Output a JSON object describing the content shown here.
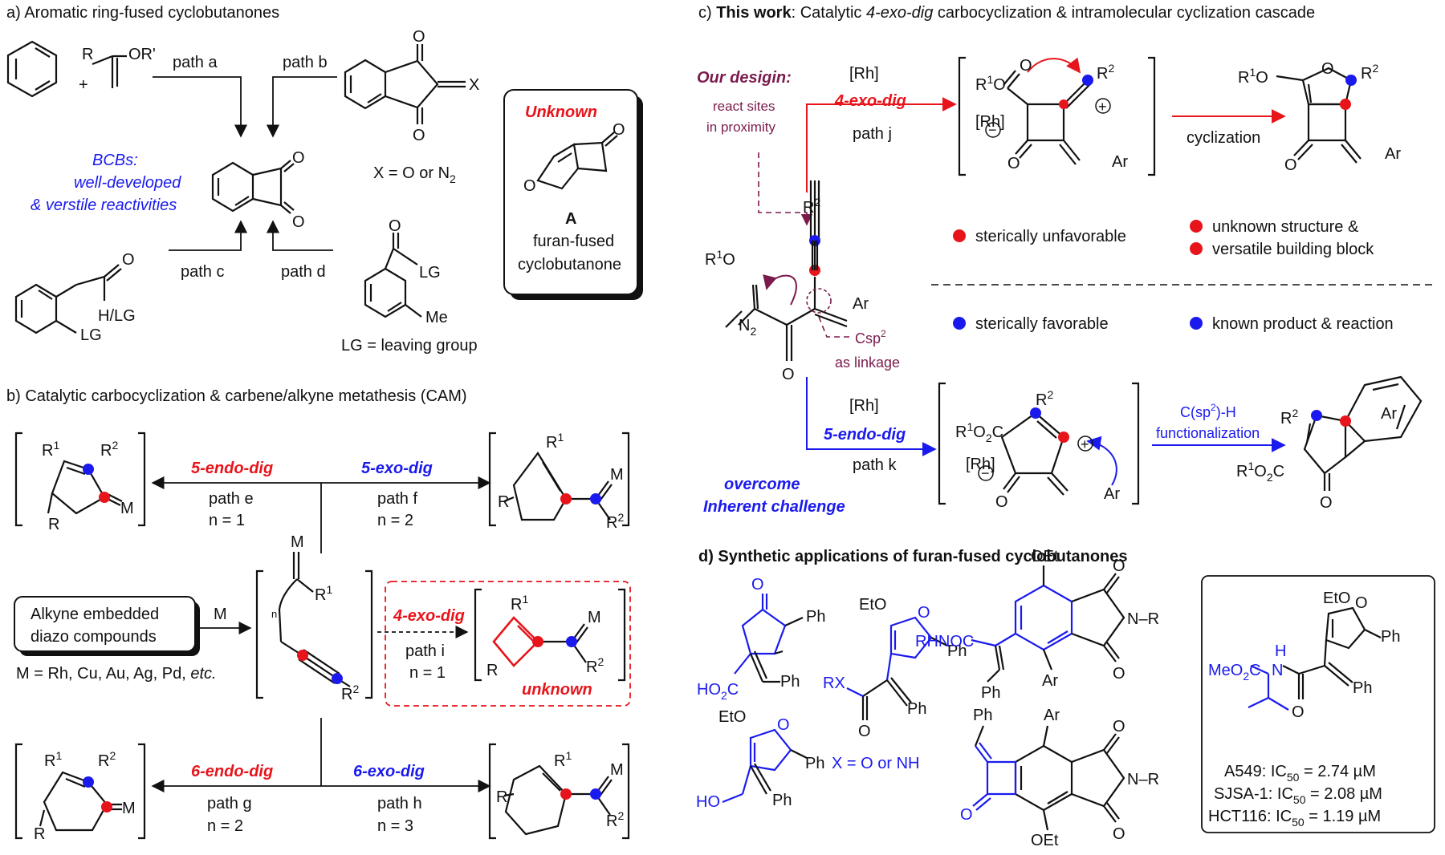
{
  "panel_a": {
    "title": "a) Aromatic ring-fused cyclobutanones",
    "reagent_top": "R",
    "reagent_or": "OR'",
    "plus": "+",
    "path_a": "path a",
    "path_b": "path b",
    "path_c": "path c",
    "path_d": "path d",
    "x_label": "X",
    "x_def_pre": "X = O or N",
    "x_def_sub": "2",
    "bcbs_line1": "BCBs:",
    "bcbs_line2": "well-developed",
    "bcbs_line3": "& verstile reactivities",
    "h_lg": "H/LG",
    "lg": "LG",
    "me": "Me",
    "lg_def": "LG = leaving group",
    "unknown_box": {
      "title": "Unknown",
      "letter": "A",
      "line1": "furan-fused",
      "line2": "cyclobutanone"
    }
  },
  "panel_b": {
    "title": "b) Catalytic carbocyclization & carbene/alkyne metathesis (CAM)",
    "endo5": "5-endo-dig",
    "exo5": "5-exo-dig",
    "path_e": "path e",
    "n_e": "n = 1",
    "path_f": "path f",
    "n_f": "n = 2",
    "endo6": "6-endo-dig",
    "exo6": "6-exo-dig",
    "path_g": "path g",
    "n_g": "n = 2",
    "path_h": "path h",
    "n_h": "n = 3",
    "exo4": "4-exo-dig",
    "path_i": "path i",
    "n_i": "n = 1",
    "unknown": "unknown",
    "substrate_line1": "Alkyne embedded",
    "substrate_line2": "diazo compounds",
    "metals": "M = Rh, Cu, Au, Ag, Pd, ",
    "metals_etc": "etc.",
    "M": "M",
    "R": "R",
    "R1": "R",
    "n": "n"
  },
  "panel_c": {
    "title_bold": "This work",
    "title_pre": "c) ",
    "title_rest": ": Catalytic ",
    "title_it": "4-exo-dig",
    "title_end": " carbocyclization & intramolecular cyclization cascade",
    "design": "Our desigin:",
    "react1": "react sites",
    "react2": "in proximity",
    "rh": "[Rh]",
    "exo4": "4-exo-dig",
    "path_j": "path j",
    "cyclization": "cyclization",
    "endo5": "5-endo-dig",
    "path_k": "path k",
    "overcome1": "overcome",
    "overcome2": "Inherent challenge",
    "csp2": "Csp",
    "csp2_sup": "2",
    "linkage": "as linkage",
    "ch_line1": "C(sp",
    "ch_line1_sup": "2",
    "ch_line1_end": ")-H",
    "ch_line2": "functionalization",
    "legend": {
      "steric_unfav": "sterically unfavorable",
      "unknown_struct": "unknown structure &",
      "versatile": "versatile building block",
      "steric_fav": "sterically favorable",
      "known": "known product & reaction"
    },
    "ar": "Ar",
    "N2": "N",
    "N2_sub": "2",
    "O": "O"
  },
  "panel_d": {
    "title": "d) Synthetic applications of furan-fused cyclobutanones",
    "ph": "Ph",
    "ar": "Ar",
    "oet": "OEt",
    "eto": "EtO",
    "ho2c": "HO",
    "ho2c_sub": "2",
    "ho2c_end": "C",
    "ho": "HO",
    "rx": "RX",
    "x_def": "X = O or NH",
    "rhnoc": "RHNOC",
    "nr": "N–R",
    "meo2c": "MeO",
    "meo2c_sub": "2",
    "meo2c_end": "C",
    "nh": "H",
    "nh_n": "N",
    "ic50": [
      {
        "cell": "A549: IC",
        "sub": "50",
        "val": " = 2.74 µM"
      },
      {
        "cell": "SJSA-1: IC",
        "sub": "50",
        "val": " = 2.08 µM"
      },
      {
        "cell": "HCT116: IC",
        "sub": "50",
        "val": " = 1.19 µM"
      }
    ]
  },
  "colors": {
    "red": "#e8141b",
    "blue": "#1a1aee",
    "plum": "#7a1b4c",
    "black": "#111111"
  }
}
